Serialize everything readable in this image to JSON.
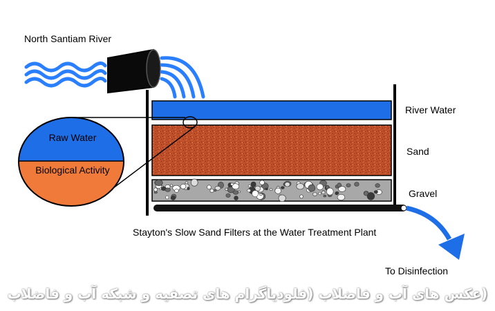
{
  "labels": {
    "river_name": "North Santiam River",
    "river_water": "River Water",
    "sand": "Sand",
    "gravel": "Gravel",
    "caption": "Stayton's Slow Sand Filters at the Water Treatment Plant",
    "disinfection": "To Disinfection",
    "raw_water": "Raw Water",
    "biological_activity": "Biological Activity"
  },
  "watermark": "(عکس های آب و فاضلاب (فلودیاگرام های تصفیه و شبکه آب و فاضلاب",
  "colors": {
    "water": "#1e6ee8",
    "wave": "#2a7fff",
    "sand": "#c0502a",
    "sand_speck": "#8a2a10",
    "gravel_bg": "#a8a8a8",
    "bio": "#f07a3a",
    "pipe": "#111111",
    "outline": "#000000"
  },
  "icons": {
    "inlet_pipe": "pipe-icon",
    "outlet_arrow": "arrow-icon"
  }
}
